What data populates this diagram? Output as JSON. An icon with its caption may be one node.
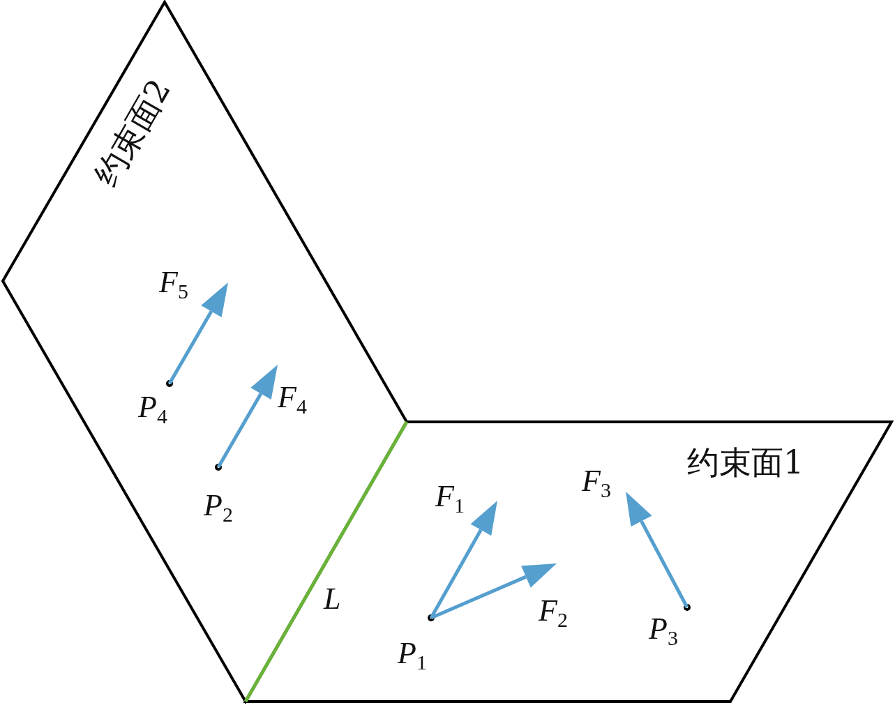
{
  "diagram": {
    "nodes": [
      {
        "text": [
          "约束面2"
        ]
      },
      {
        "text": [
          "约束面1"
        ]
      },
      {
        "text": [
          "*P*$_{4}$"
        ],
        "in": 0
      },
      {
        "text": [
          "*P*$_{2}$"
        ],
        "in": 0
      },
      {
        "text": [
          "*P*$_{1}$"
        ],
        "in": 1
      },
      {
        "text": [
          "*P*$_{3}$"
        ],
        "in": 1
      }
    ],
    "labels": [
      "*F*$_{5}$",
      "*F*$_{4}$",
      "*F*$_{3}$",
      "*F*$_{1}$",
      "L",
      "*F*$_{2}$"
    ]
  }
}
